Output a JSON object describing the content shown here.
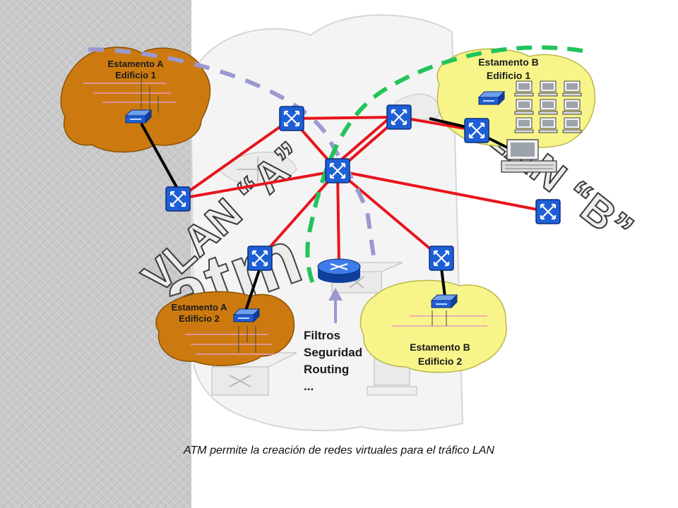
{
  "caption": "ATM permite la creación de redes virtuales para el tráfico LAN",
  "groups": {
    "a1": {
      "line1": "Estamento A",
      "line2": "Edificio 1"
    },
    "a2": {
      "line1": "Estamento A",
      "line2": "Edificio 2"
    },
    "b1": {
      "line1": "Estamento B",
      "line2": "Edificio 1"
    },
    "b2": {
      "line1": "Estamento B",
      "line2": "Edificio 2"
    }
  },
  "router_functions": [
    "Filtros",
    "Seguridad",
    "Routing",
    "..."
  ],
  "watermark": {
    "vlan_a": "VLAN “A”",
    "vlan_b": "VLAN “B”",
    "atm": "atm"
  },
  "colors": {
    "link": "#e8141c",
    "cloud_a": "#cc7a10",
    "cloud_b": "#f7f58a",
    "switch": "#1e5fd6",
    "vlan_a_dash": "#9a9ad0",
    "vlan_b_dash": "#22c45a"
  }
}
